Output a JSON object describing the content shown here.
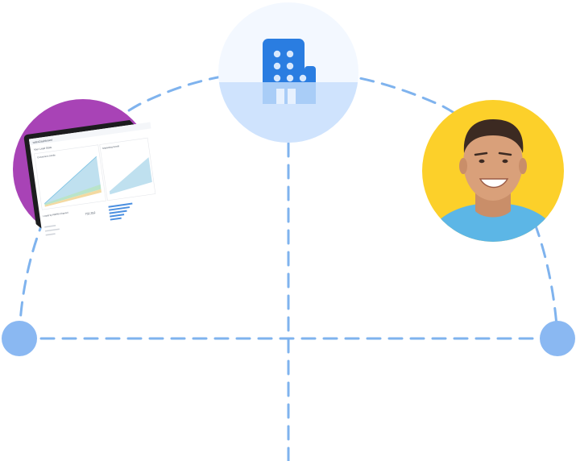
{
  "colors": {
    "line": "#7fb3ee",
    "node": "#8ab8f2",
    "building": "#2a7de1",
    "building_soft": "#a9cdf7",
    "center_top": "#f3f8ff",
    "center_bottom": "#cfe3fd",
    "left_bg": "#a843b6",
    "right_bg": "#fcd02a",
    "shirt": "#5cb6e6",
    "skin": "#d9a07a",
    "hair": "#3c2a22"
  },
  "icons": {
    "center": "office-building-icon",
    "left": "dashboard-laptop",
    "right": "smiling-person-photo"
  },
  "dashboard": {
    "brand": "salesDashboard",
    "title": "Your Lead Stats",
    "chart_title": "Conversion trends",
    "side_title": "Marketing trends",
    "leads_title": "Leads by KBRM Channel",
    "leads_value": "752,352"
  }
}
